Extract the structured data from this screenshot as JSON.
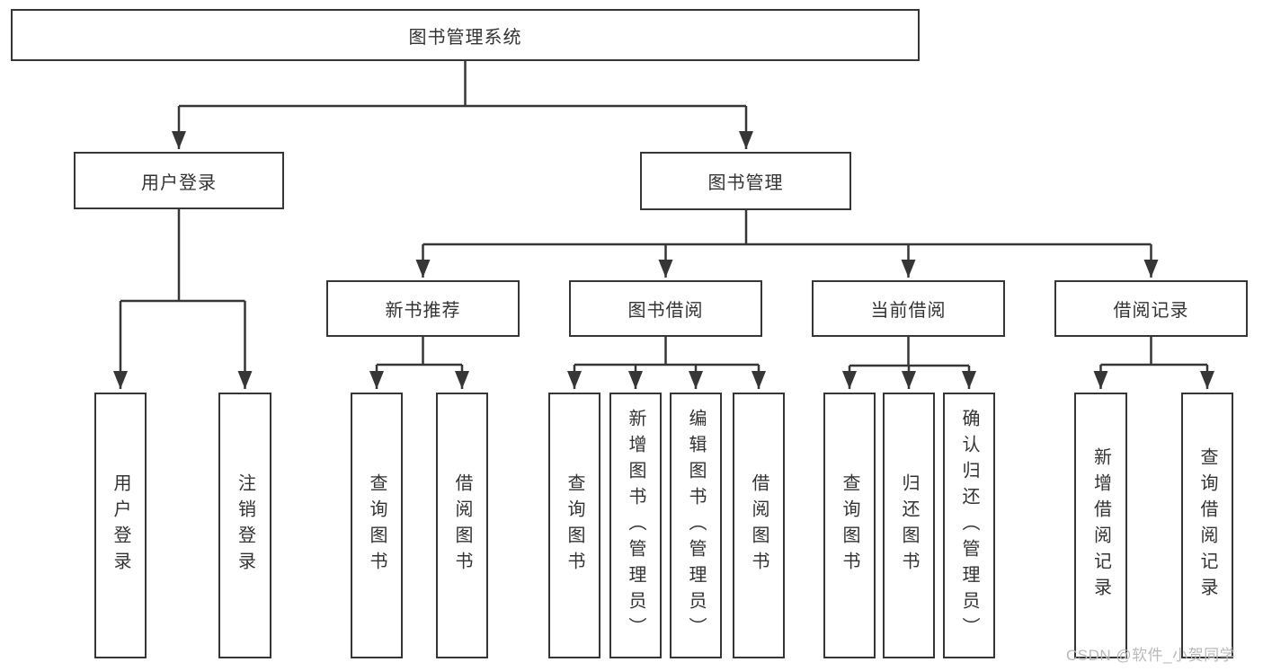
{
  "diagram": {
    "root": {
      "label": "图书管理系统"
    },
    "level2": [
      {
        "label": "用户登录"
      },
      {
        "label": "图书管理"
      }
    ],
    "level3": [
      {
        "label": "新书推荐"
      },
      {
        "label": "图书借阅"
      },
      {
        "label": "当前借阅"
      },
      {
        "label": "借阅记录"
      }
    ],
    "leaves": {
      "user_login": [
        "用户登录",
        "注销登录"
      ],
      "new_book": [
        "查询图书",
        "借阅图书"
      ],
      "book_borrow": [
        "查询图书",
        "新增图书（管理员）",
        "编辑图书（管理员）",
        "借阅图书"
      ],
      "current_borrow": [
        "查询图书",
        "归还图书",
        "确认归还（管理员）"
      ],
      "borrow_records": [
        "新增借阅记录",
        "查询借阅记录"
      ]
    }
  },
  "watermark": {
    "text": "CSDN @软件_小贺同学"
  },
  "colors": {
    "line": "#363636",
    "box_border": "#363636",
    "box_fill": "#ffffff",
    "text": "#333333",
    "watermark": "#b9b9b9",
    "background": "#ffffff"
  }
}
